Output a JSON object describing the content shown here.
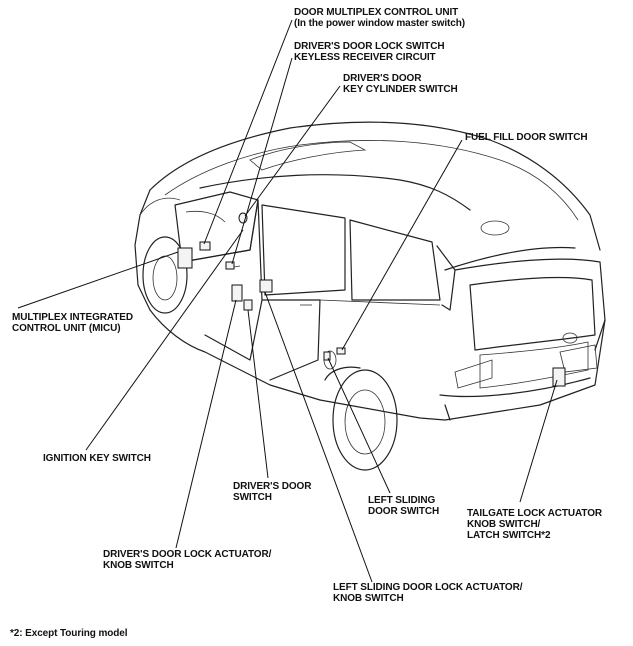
{
  "labels": {
    "door_multiplex_line1": "DOOR MULTIPLEX CONTROL UNIT",
    "door_multiplex_line2": "(In the power window master switch)",
    "drivers_lock_switch_line1": "DRIVER'S DOOR LOCK SWITCH",
    "drivers_lock_switch_line2": "KEYLESS RECEIVER CIRCUIT",
    "key_cylinder_line1": "DRIVER'S DOOR",
    "key_cylinder_line2": "KEY CYLINDER SWITCH",
    "fuel_fill": "FUEL FILL DOOR SWITCH",
    "micu_line1": "MULTIPLEX INTEGRATED",
    "micu_line2": "CONTROL UNIT (MICU)",
    "ignition_key": "IGNITION KEY SWITCH",
    "drivers_door_switch_line1": "DRIVER'S DOOR",
    "drivers_door_switch_line2": "SWITCH",
    "left_sliding_switch_line1": "LEFT SLIDING",
    "left_sliding_switch_line2": "DOOR SWITCH",
    "tailgate_line1": "TAILGATE LOCK ACTUATOR",
    "tailgate_line2": "KNOB SWITCH/",
    "tailgate_line3": "LATCH SWITCH*2",
    "drivers_lock_actuator_line1": "DRIVER'S DOOR LOCK ACTUATOR/",
    "drivers_lock_actuator_line2": "KNOB SWITCH",
    "left_sliding_actuator_line1": "LEFT SLIDING DOOR LOCK ACTUATOR/",
    "left_sliding_actuator_line2": "KNOB SWITCH"
  },
  "footnote": "*2: Except Touring model"
}
